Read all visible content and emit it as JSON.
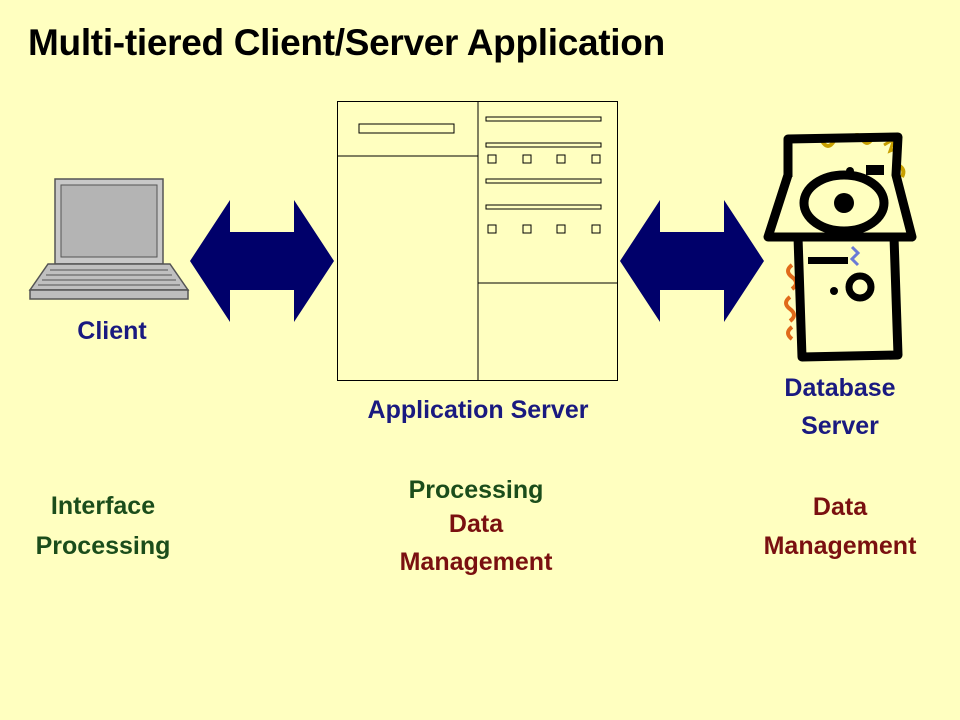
{
  "slide": {
    "title": "Multi-tiered Client/Server Application"
  },
  "colors": {
    "background": "#FFFFC0",
    "arrow": "#00006A",
    "label_navy": "#1A1A80",
    "processing_green": "#1B4D1B",
    "data_management_red": "#7A1010"
  },
  "client": {
    "icon": "laptop-icon",
    "label": "Client",
    "role_line1": "Interface",
    "role_line2": "Processing"
  },
  "app_server": {
    "icon": "server-cabinet-icon",
    "label": "Application Server",
    "role_processing": "Processing",
    "role_dm_line1": "Data",
    "role_dm_line2": "Management"
  },
  "db_server": {
    "icon": "database-server-clipart-icon",
    "label_line1": "Database",
    "label_line2": "Server",
    "role_line1": "Data",
    "role_line2": "Management"
  },
  "connectors": [
    {
      "icon": "double-arrow-icon",
      "between": "Client / Application Server"
    },
    {
      "icon": "double-arrow-icon",
      "between": "Application Server / Database Server"
    }
  ]
}
